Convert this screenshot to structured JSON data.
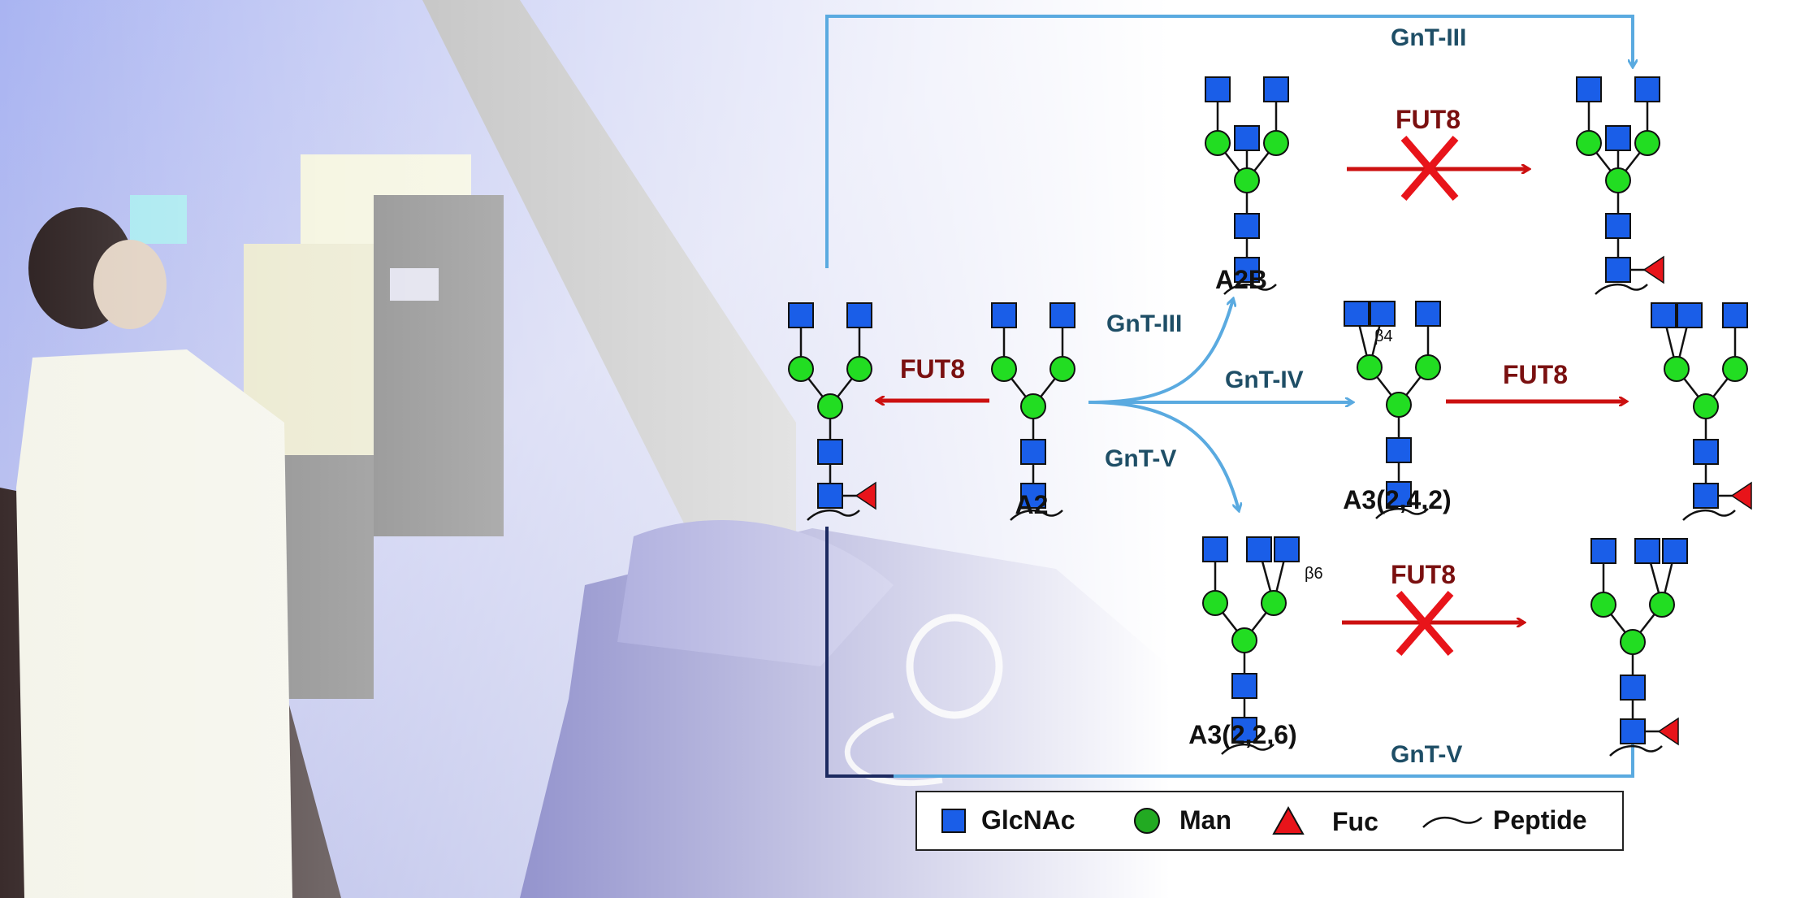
{
  "enzymes": {
    "gnt3": "GnT-III",
    "gnt4": "GnT-IV",
    "gnt5": "GnT-V",
    "fut8": "FUT8"
  },
  "structures": {
    "a2": "A2",
    "a2b": "A2B",
    "a3_242": "A3(2,4,2)",
    "a3_226": "A3(2,2,6)"
  },
  "linkages": {
    "beta4": "β4",
    "beta6": "β6"
  },
  "legend": {
    "glcnac": "GlcNAc",
    "man": "Man",
    "fuc": "Fuc",
    "peptide": "Peptide"
  },
  "colors": {
    "glcnac": "#1a5ee8",
    "man": "#22dd22",
    "fuc": "#e8141a",
    "fut8_arrow": "#cc1010",
    "gnt_arrow": "#5aaae0",
    "enzyme_text": "#1e4e66",
    "fut8_text": "#7a1010"
  }
}
